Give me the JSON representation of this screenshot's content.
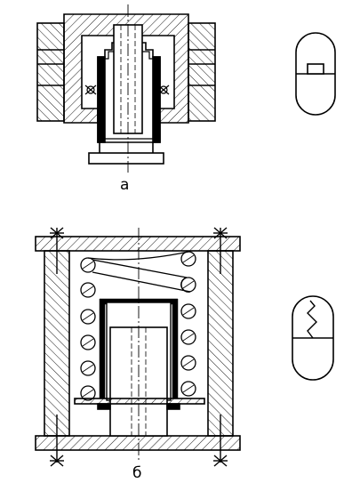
{
  "figure": {
    "caption_a": "а",
    "caption_b": "б"
  },
  "figure_a": {
    "parts": [
      "yoke-housing",
      "coil-windings",
      "armature-sleeve",
      "plunger-core",
      "base-flange",
      "contact-balls"
    ],
    "symbol": "capsule-with-flat-contact-icon"
  },
  "figure_b": {
    "parts": [
      "top-plate",
      "bottom-plate",
      "side-walls",
      "helical-spring",
      "inner-sleeve",
      "plunger-core",
      "support-washer",
      "anchor-screws"
    ],
    "symbol": "capsule-with-zigzag-spring-icon"
  },
  "colors": {
    "line": "#000000",
    "background": "#ffffff"
  }
}
